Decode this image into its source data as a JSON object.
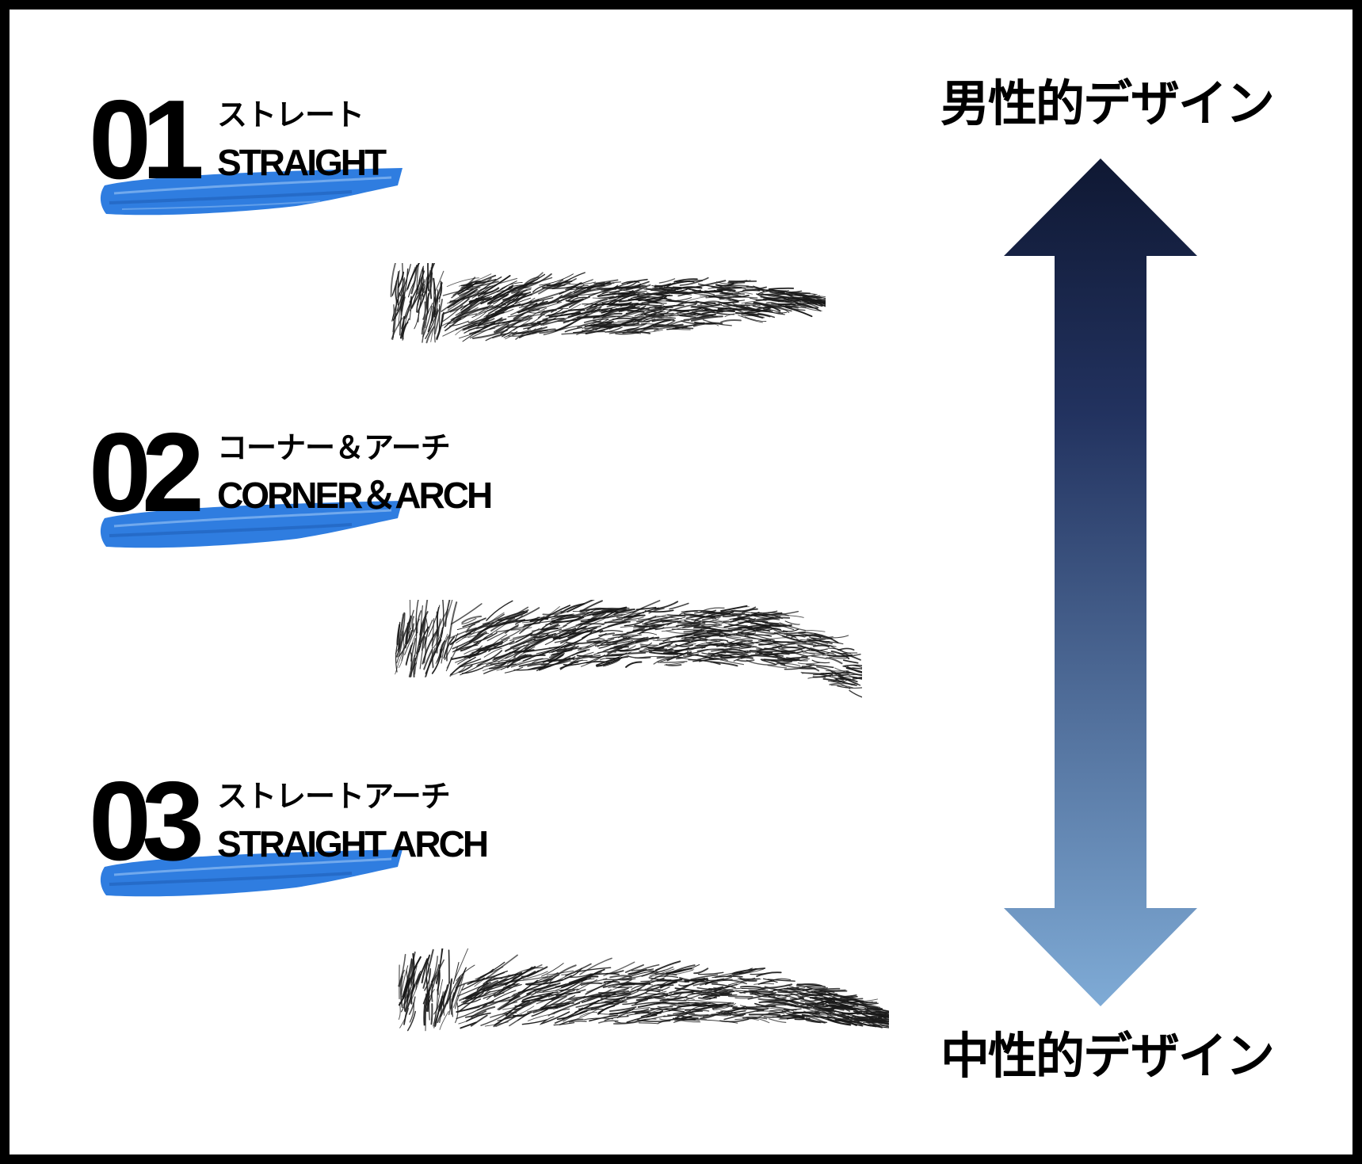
{
  "styles": [
    {
      "number": "01",
      "label_ja": "ストレート",
      "label_en": "STRAIGHT"
    },
    {
      "number": "02",
      "label_ja": "コーナー＆アーチ",
      "label_en": "CORNER＆ARCH"
    },
    {
      "number": "03",
      "label_ja": "ストレートアーチ",
      "label_en": "STRAIGHT ARCH"
    }
  ],
  "axis": {
    "top_label": "男性的デザイン",
    "bottom_label": "中性的デザイン",
    "gradient_top_color": "#0f1833",
    "gradient_bottom_color": "#7fabd6"
  },
  "colors": {
    "brush": "#2f7de0",
    "brow": "#1a1a1a"
  },
  "icons": {
    "arrow": "double-headed-vertical-arrow-icon",
    "brush": "blue-brush-stroke",
    "brow": "eyebrow-sketch"
  }
}
